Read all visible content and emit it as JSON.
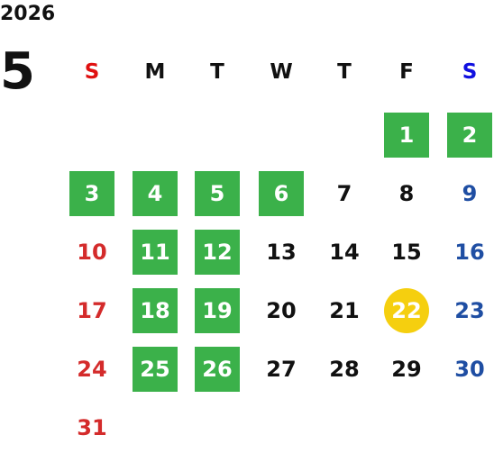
{
  "calendar": {
    "year": "2026",
    "month": "5",
    "weekdays": [
      "S",
      "M",
      "T",
      "W",
      "T",
      "F",
      "S"
    ],
    "weekday_colors": [
      "#e01010",
      "#111111",
      "#111111",
      "#111111",
      "#111111",
      "#111111",
      "#1010e0"
    ],
    "day_colors": {
      "sunday": "#d42b2b",
      "saturday": "#1f4ea3",
      "weekday": "#111111",
      "highlight_bg": "#3bb14a",
      "today_bg": "#f5cf0f"
    },
    "first_weekday_index": 5,
    "days_in_month": 31,
    "highlighted_days": [
      1,
      2,
      3,
      4,
      5,
      6,
      11,
      12,
      18,
      19,
      25,
      26
    ],
    "today": 22
  }
}
